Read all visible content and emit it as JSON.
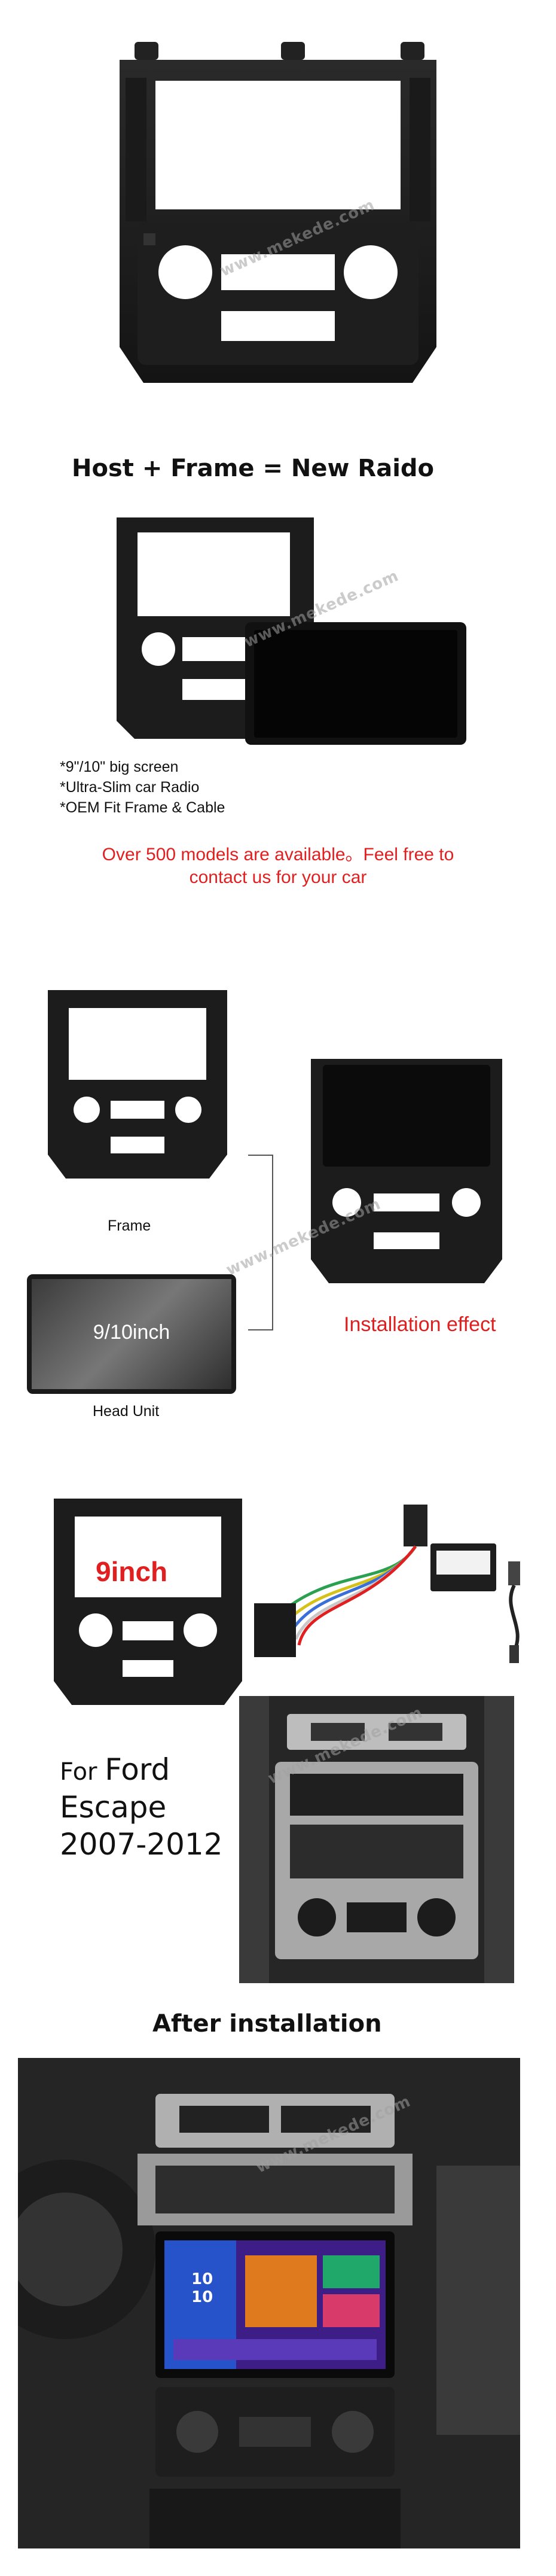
{
  "watermark": "www.mekede.com",
  "section1": {
    "heading": "Host + Frame = New Raido",
    "features": [
      "*9\"/10\" big screen",
      "*Ultra-Slim car Radio",
      "*OEM Fit Frame & Cable"
    ],
    "promo": [
      "Over 500 models are available。Feel free to",
      "contact us for your car"
    ]
  },
  "section2": {
    "frame_label": "Frame",
    "head_unit_label": "Head Unit",
    "screen_text": "9/10inch",
    "result_label": "Installation effect"
  },
  "section3": {
    "size_label": "9inch"
  },
  "section4": {
    "for_label": "For",
    "car_make": "Ford",
    "car_model": "Escape",
    "years": "2007-2012"
  },
  "section5": {
    "heading": "After installation",
    "radio_time": [
      "10",
      "10"
    ]
  },
  "colors": {
    "accent_red": "#e02020",
    "frame_black": "#1b1b1b",
    "wire_green": "#2aa050"
  }
}
